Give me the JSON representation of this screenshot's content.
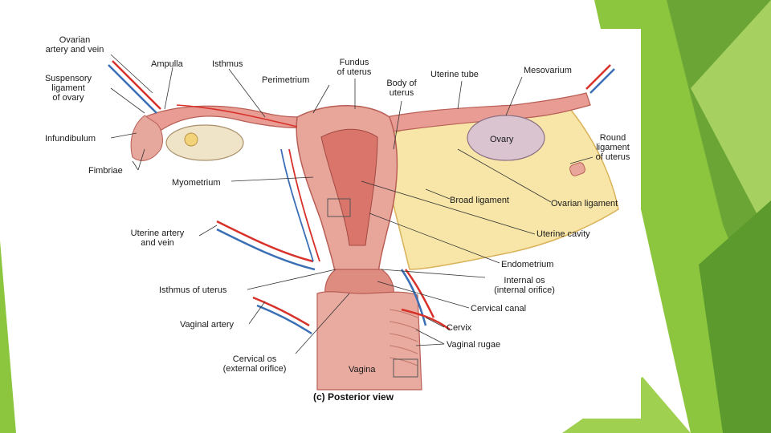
{
  "colors": {
    "green_dark": "#5c9a2e",
    "green_mid": "#7db83a",
    "green_light": "#a6d05c",
    "tissue": "#e8a59a",
    "tissue_dark": "#c86d63",
    "broad_ligament": "#f7e6a8",
    "artery": "#d8312a",
    "vein": "#3a6fb5"
  },
  "labels": {
    "ovarian_artery": [
      "Ovarian",
      "artery and vein"
    ],
    "suspensory_ligament": [
      "Suspensory",
      "ligament",
      "of ovary"
    ],
    "infundibulum": [
      "Infundibulum"
    ],
    "fimbriae": [
      "Fimbriae"
    ],
    "ampulla": [
      "Ampulla"
    ],
    "isthmus": [
      "Isthmus"
    ],
    "perimetrium": [
      "Perimetrium"
    ],
    "fundus": [
      "Fundus",
      "of uterus"
    ],
    "body_of_uterus": [
      "Body of",
      "uterus"
    ],
    "uterine_tube": [
      "Uterine tube"
    ],
    "mesovarium": [
      "Mesovarium"
    ],
    "ovary": [
      "Ovary"
    ],
    "round_ligament": [
      "Round",
      "ligament",
      "of uterus"
    ],
    "myometrium": [
      "Myometrium"
    ],
    "broad_ligament": [
      "Broad ligament"
    ],
    "ovarian_ligament": [
      "Ovarian ligament"
    ],
    "uterine_artery": [
      "Uterine artery",
      "and vein"
    ],
    "uterine_cavity": [
      "Uterine cavity"
    ],
    "endometrium": [
      "Endometrium"
    ],
    "isthmus_of_uterus": [
      "Isthmus of uterus"
    ],
    "internal_os": [
      "Internal os",
      "(internal orifice)"
    ],
    "cervical_canal": [
      "Cervical canal"
    ],
    "vaginal_artery": [
      "Vaginal artery"
    ],
    "cervix": [
      "Cervix"
    ],
    "vaginal_rugae": [
      "Vaginal rugae"
    ],
    "cervical_os": [
      "Cervical os",
      "(external orifice)"
    ],
    "vagina": [
      "Vagina"
    ]
  },
  "caption": "(c) Posterior view"
}
